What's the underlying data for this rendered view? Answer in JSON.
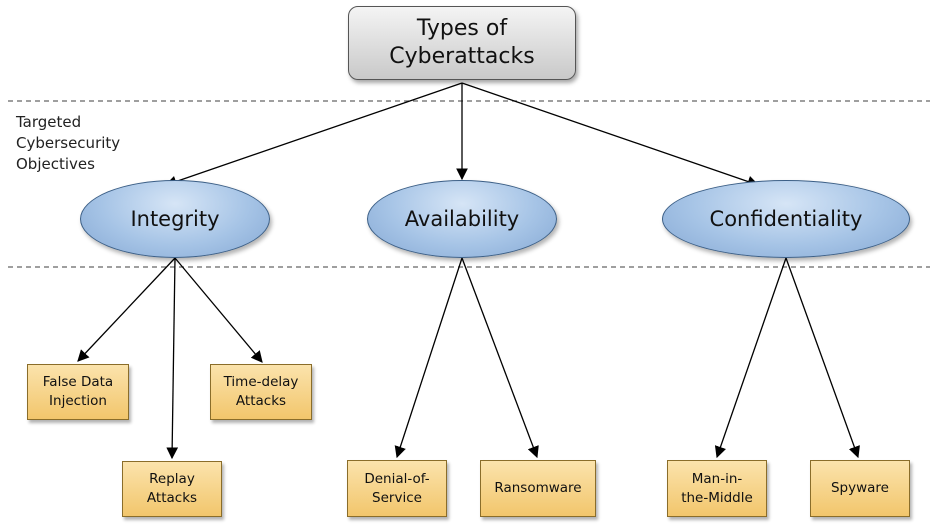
{
  "root": {
    "line1": "Types of",
    "line2": "Cyberattacks"
  },
  "side_label": {
    "line1": "Targeted",
    "line2": "Cybersecurity",
    "line3": "Objectives"
  },
  "objectives": {
    "integrity": "Integrity",
    "availability": "Availability",
    "confidentiality": "Confidentiality"
  },
  "attacks": {
    "false_data_injection": {
      "line1": "False Data",
      "line2": "Injection"
    },
    "time_delay": {
      "line1": "Time-delay",
      "line2": "Attacks"
    },
    "replay": {
      "line1": "Replay",
      "line2": "Attacks"
    },
    "denial_of_service": {
      "line1": "Denial-of-",
      "line2": "Service"
    },
    "ransomware": {
      "line1": "Ransomware"
    },
    "man_in_the_middle": {
      "line1": "Man-in-",
      "line2": "the-Middle"
    },
    "spyware": {
      "line1": "Spyware"
    }
  },
  "colors": {
    "objective_fill": "#a6c4e6",
    "attack_fill": "#f7d48a",
    "root_fill": "#dcdcdc",
    "arrow": "#000000",
    "divider": "#666666"
  }
}
